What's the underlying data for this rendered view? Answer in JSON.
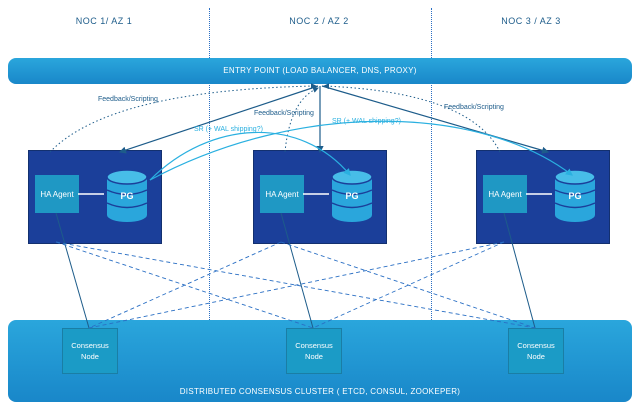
{
  "zones": [
    "NOC 1/ AZ 1",
    "NOC 2 / AZ 2",
    "NOC 3 / AZ 3"
  ],
  "entry_point": "ENTRY POINT (LOAD BALANCER, DNS, PROXY)",
  "consensus_cluster": "DISTRIBUTED CONSENSUS CLUSTER ( ETCD, CONSUL, ZOOKEPER)",
  "ha_agent_label": "HA Agent",
  "pg_label": "PG",
  "consensus_node_label": "Consensus\nNode",
  "annotations": {
    "feedback": "Feedback/Scripting",
    "sr": "SR (+ WAL shipping?)"
  },
  "colors": {
    "band": "#1f98d6",
    "noc_box": "#1b3f9a",
    "agent": "#1f98c4",
    "pg_cylinder": "#2aa6dc",
    "lines": "#1d5c8a",
    "sr_lines": "#2ab0e0"
  }
}
